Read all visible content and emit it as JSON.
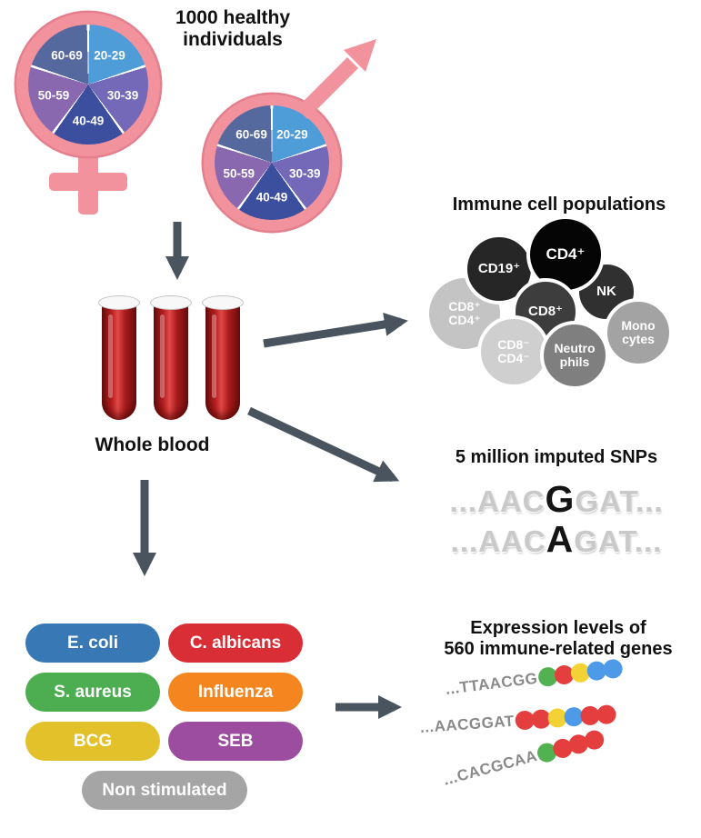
{
  "header": {
    "title": "1000 healthy individuals"
  },
  "diagram": {
    "arrow_color": "#49545F"
  },
  "demographics": {
    "age_groups": [
      "20-29",
      "30-39",
      "40-49",
      "50-59",
      "60-69"
    ],
    "slice_colors": [
      "#4E9CD8",
      "#7468B8",
      "#3C4F9E",
      "#8A68B0",
      "#56699E"
    ],
    "symbol_color": "#F2929D"
  },
  "blood": {
    "label": "Whole blood"
  },
  "immune_cells": {
    "title": "Immune cell populations",
    "items": [
      {
        "label": "CD8⁺ CD4⁺",
        "color": "#C4C4C4"
      },
      {
        "label": "CD19⁺",
        "color": "#262626"
      },
      {
        "label": "NK",
        "color": "#303030"
      },
      {
        "label": "Mono cytes",
        "color": "#A3A3A3"
      },
      {
        "label": "CD4⁺",
        "color": "#050505"
      },
      {
        "label": "CD8⁺",
        "color": "#3D3D3D"
      },
      {
        "label": "CD8⁻ CD4⁻",
        "color": "#CFCFCF"
      },
      {
        "label": "Neutro phils",
        "color": "#7F7F7F"
      }
    ]
  },
  "snps": {
    "title": "5 million imputed SNPs",
    "sequences": [
      {
        "prefix": "...AAC",
        "highlight": "G",
        "suffix": "GAT..."
      },
      {
        "prefix": "...AAC",
        "highlight": "A",
        "suffix": "GAT..."
      }
    ]
  },
  "stimuli": {
    "items": [
      {
        "label": "E. coli",
        "color": "#3878B4"
      },
      {
        "label": "C. albicans",
        "color": "#DA2E36"
      },
      {
        "label": "S. aureus",
        "color": "#4CAE50"
      },
      {
        "label": "Influenza",
        "color": "#F5861F"
      },
      {
        "label": "BCG",
        "color": "#E2C12B"
      },
      {
        "label": "SEB",
        "color": "#9D4D9F"
      },
      {
        "label": "Non stimulated",
        "color": "#A5A5A5"
      }
    ]
  },
  "expression": {
    "title_line1": "Expression levels of",
    "title_line2": "560 immune-related genes",
    "rows": [
      {
        "sequence": "...TTAACGG",
        "beads": [
          "#52B151",
          "#E53E3E",
          "#F3D235",
          "#4D9BE8",
          "#4D9BE8"
        ]
      },
      {
        "sequence": "...AACGGAT",
        "beads": [
          "#E53E3E",
          "#E53E3E",
          "#F3D235",
          "#4D9BE8",
          "#E53E3E",
          "#E53E3E"
        ]
      },
      {
        "sequence": "...CACGCAA",
        "beads": [
          "#52B151",
          "#E53E3E",
          "#E53E3E",
          "#E53E3E"
        ]
      }
    ]
  }
}
